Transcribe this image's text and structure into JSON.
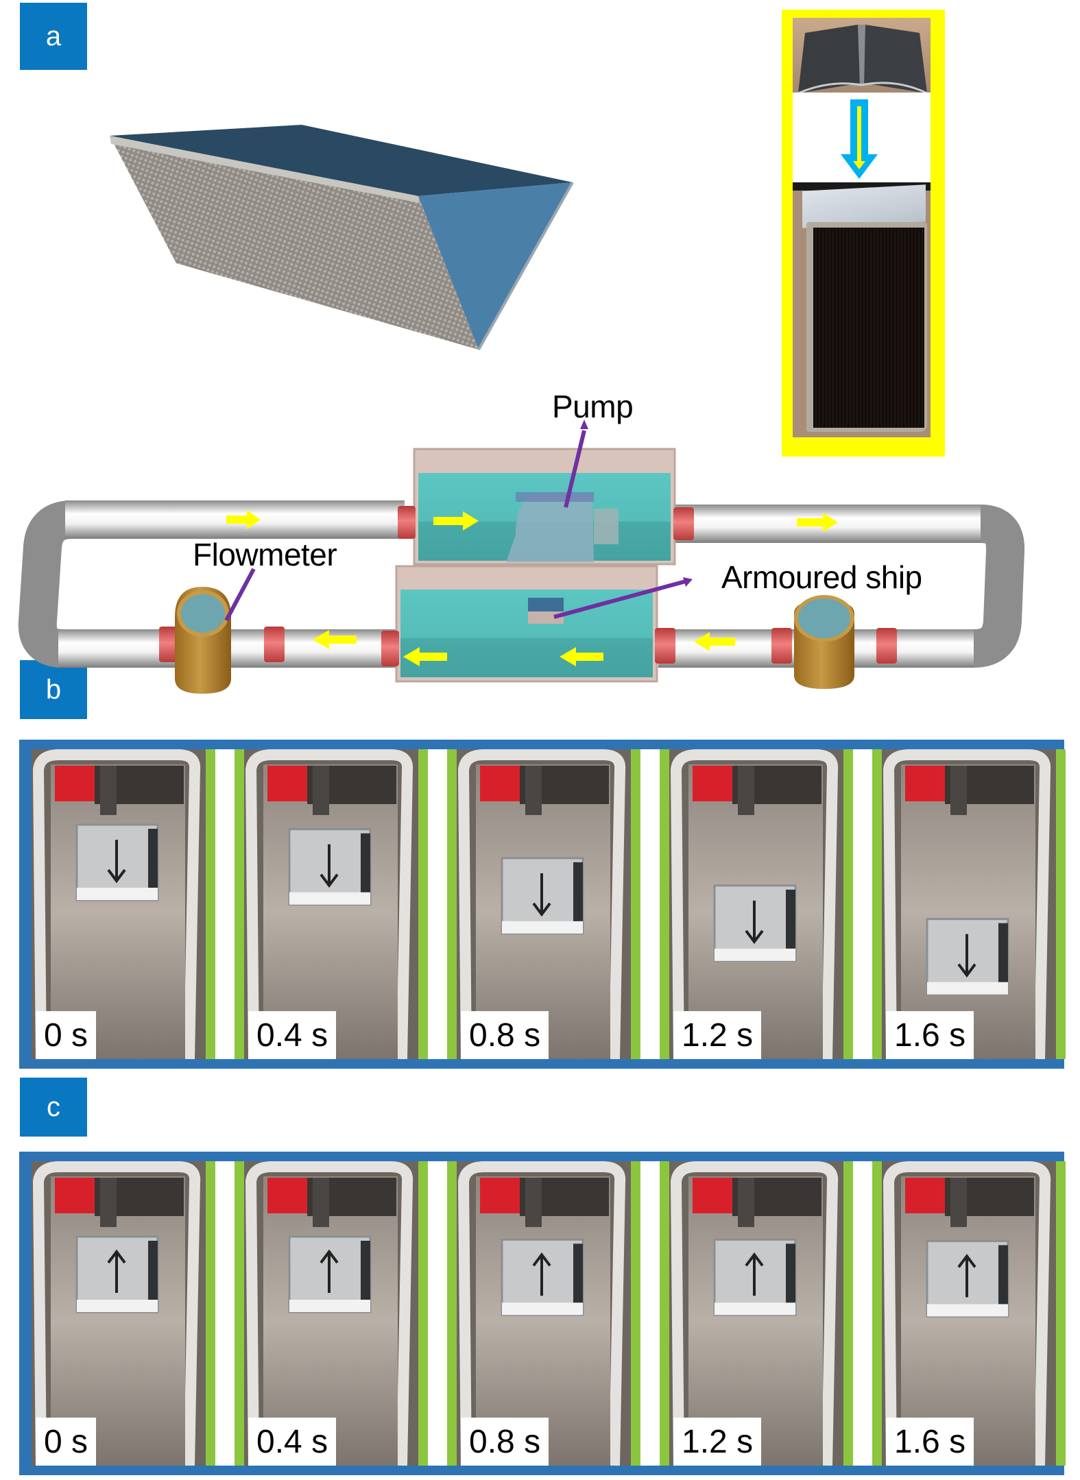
{
  "figure": {
    "panels": [
      {
        "id": "a",
        "label": "a"
      },
      {
        "id": "b",
        "label": "b"
      },
      {
        "id": "c",
        "label": "c"
      }
    ],
    "schematic": {
      "callouts": {
        "pump": "Pump",
        "flowmeter": "Flowmeter",
        "armoured_ship": "Armoured ship"
      }
    },
    "sequences": {
      "b": {
        "direction": "down",
        "frames": [
          {
            "time": "0 s",
            "ship_offset": 0.0
          },
          {
            "time": "0.4 s",
            "ship_offset": 0.03
          },
          {
            "time": "0.8 s",
            "ship_offset": 0.22
          },
          {
            "time": "1.2 s",
            "ship_offset": 0.4
          },
          {
            "time": "1.6 s",
            "ship_offset": 0.62
          }
        ]
      },
      "c": {
        "direction": "up",
        "frames": [
          {
            "time": "0 s",
            "ship_offset": 0.0
          },
          {
            "time": "0.4 s",
            "ship_offset": 0.0
          },
          {
            "time": "0.8 s",
            "ship_offset": 0.02
          },
          {
            "time": "1.2 s",
            "ship_offset": 0.02
          },
          {
            "time": "1.6 s",
            "ship_offset": 0.03
          }
        ]
      }
    },
    "colors": {
      "label_blue": "#0a78c0",
      "frame_blue": "#2e74b5",
      "separator_green": "#8cc63f",
      "inset_yellow": "#ffff00",
      "arrow_cyan": "#00b0f0",
      "water": "#4fb8b4",
      "flow_arrow": "#ffff00",
      "callout_pointer": "#7030a0",
      "flowmeter_body": "#b8862e",
      "coupling_red": "#e85a5a"
    }
  }
}
